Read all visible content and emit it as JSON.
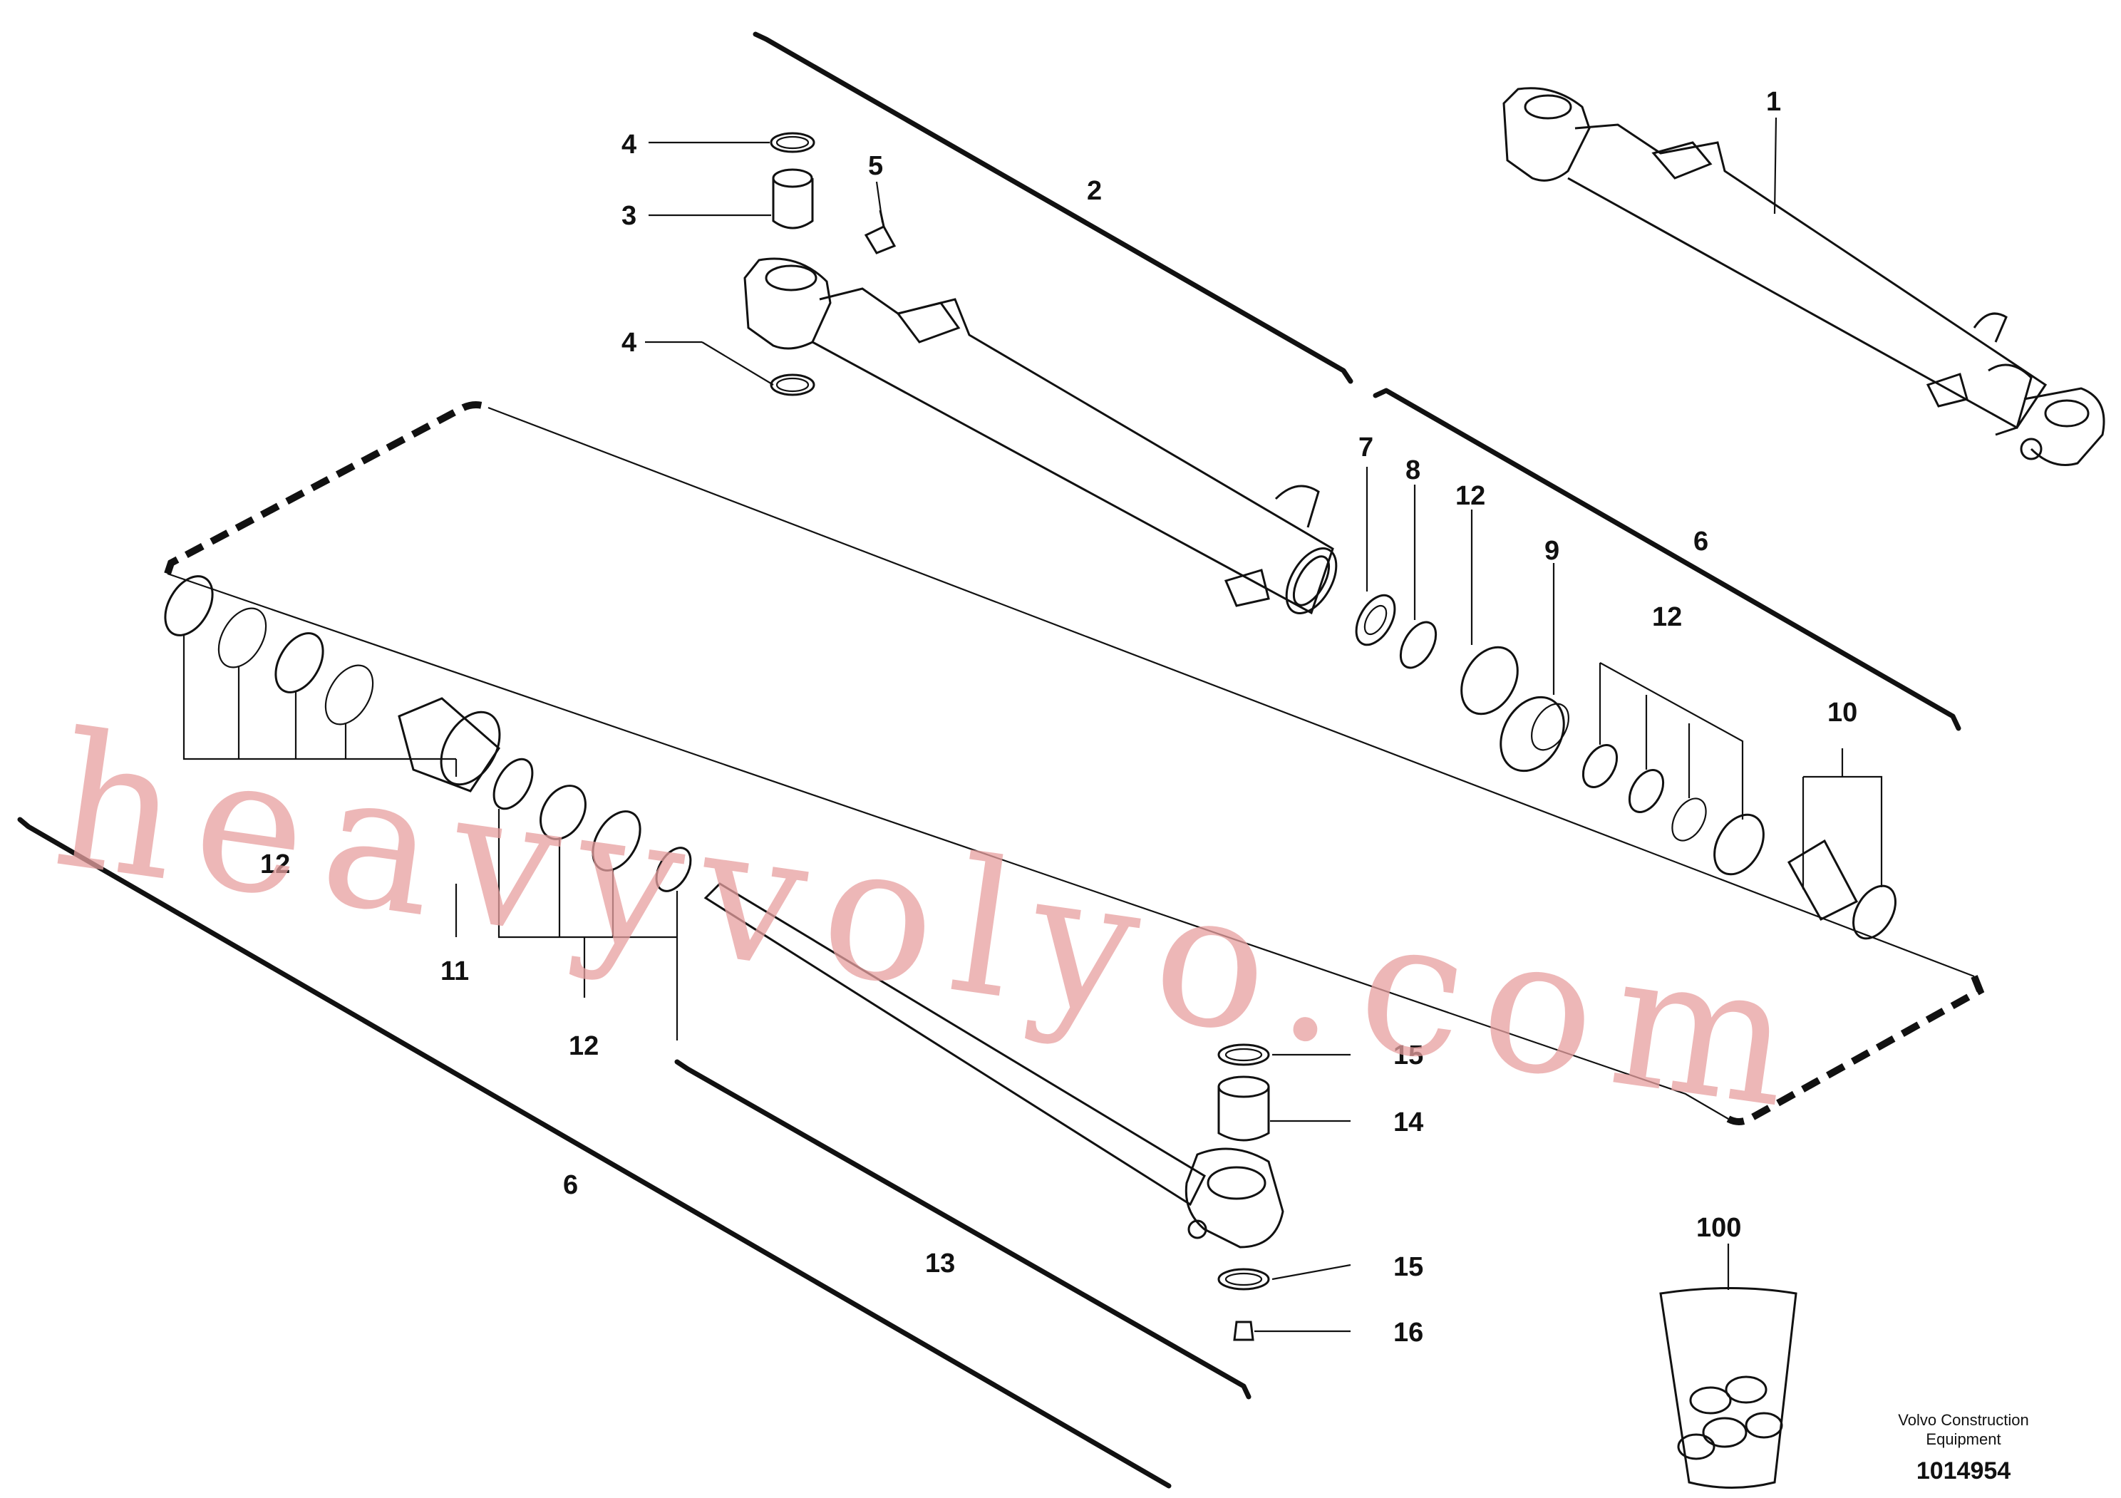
{
  "callouts": [
    {
      "id": "1",
      "label": "1"
    },
    {
      "id": "2",
      "label": "2"
    },
    {
      "id": "3",
      "label": "3"
    },
    {
      "id": "4a",
      "label": "4"
    },
    {
      "id": "4b",
      "label": "4"
    },
    {
      "id": "5",
      "label": "5"
    },
    {
      "id": "6a",
      "label": "6"
    },
    {
      "id": "6b",
      "label": "6"
    },
    {
      "id": "7",
      "label": "7"
    },
    {
      "id": "8",
      "label": "8"
    },
    {
      "id": "9",
      "label": "9"
    },
    {
      "id": "10",
      "label": "10"
    },
    {
      "id": "11",
      "label": "11"
    },
    {
      "id": "12a",
      "label": "12"
    },
    {
      "id": "12b",
      "label": "12"
    },
    {
      "id": "12c",
      "label": "12"
    },
    {
      "id": "12d",
      "label": "12"
    },
    {
      "id": "13",
      "label": "13"
    },
    {
      "id": "14",
      "label": "14"
    },
    {
      "id": "15a",
      "label": "15"
    },
    {
      "id": "15b",
      "label": "15"
    },
    {
      "id": "16",
      "label": "16"
    },
    {
      "id": "100",
      "label": "100"
    }
  ],
  "watermark": "heavyvolyo.com",
  "credit": {
    "line1": "Volvo Construction",
    "line2": "Equipment"
  },
  "drawing_number": "1014954"
}
